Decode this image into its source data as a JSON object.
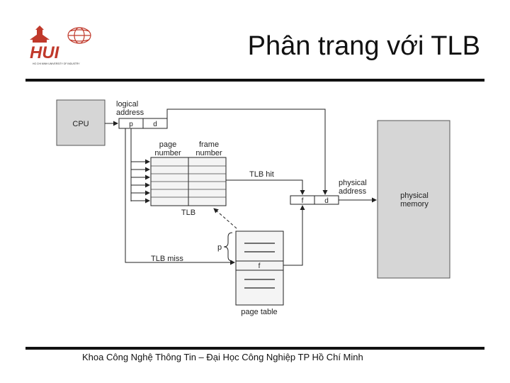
{
  "slide": {
    "title": "Phân trang với TLB",
    "footer": "Khoa Công Nghệ Thông Tin – Đại Học Công Nghiệp TP Hồ Chí Minh"
  },
  "logo": {
    "text": "HUI",
    "subtitle": "HO CHI MINH UNIVERSITY OF INDUSTRY",
    "brand_color": "#c0392b"
  },
  "diagram": {
    "cpu_label": "CPU",
    "logical_address_line1": "logical",
    "logical_address_line2": "address",
    "p_label": "p",
    "d_label": "d",
    "page_number_line1": "page",
    "page_number_line2": "number",
    "frame_number_line1": "frame",
    "frame_number_line2": "number",
    "tlb_label": "TLB",
    "tlb_hit_label": "TLB hit",
    "tlb_miss_label": "TLB miss",
    "physical_address_line1": "physical",
    "physical_address_line2": "address",
    "f_label": "f",
    "phys_d_label": "d",
    "physical_memory_line1": "physical",
    "physical_memory_line2": "memory",
    "page_table_p_label": "p",
    "page_table_f_label": "f",
    "page_table_label": "page table"
  }
}
